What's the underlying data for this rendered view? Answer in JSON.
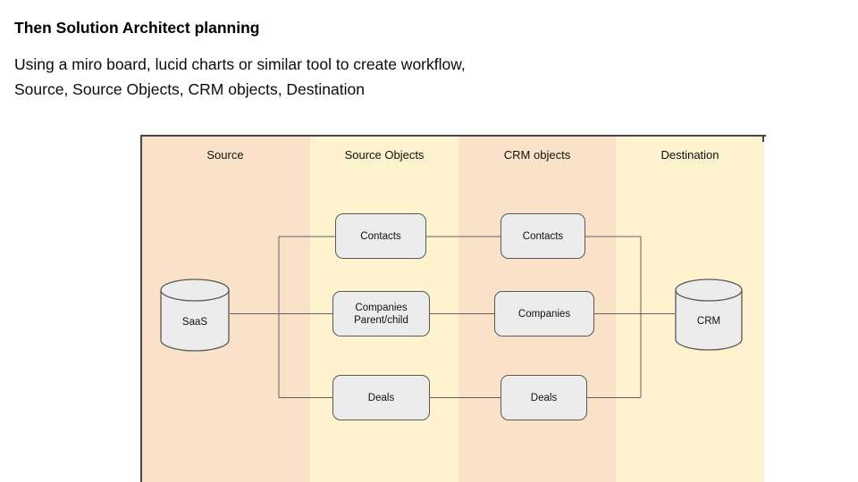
{
  "slide": {
    "title": "Then Solution Architect planning",
    "body_lines": [
      "Using a miro board, lucid charts or similar tool to create workflow,",
      "Source, Source Objects, CRM objects, Destination"
    ]
  },
  "diagram": {
    "columns": [
      {
        "id": "source",
        "label": "Source",
        "color": "#fae2c9"
      },
      {
        "id": "source-objects",
        "label": "Source Objects",
        "color": "#fef2cf"
      },
      {
        "id": "crm-objects",
        "label": "CRM objects",
        "color": "#fae2c9"
      },
      {
        "id": "destination",
        "label": "Destination",
        "color": "#fef2cf"
      }
    ],
    "source_node": {
      "label": "SaaS",
      "shape": "cylinder"
    },
    "destination_node": {
      "label": "CRM",
      "shape": "cylinder"
    },
    "source_objects": [
      {
        "label": "Contacts"
      },
      {
        "label": "Companies",
        "label2": "Parent/child"
      },
      {
        "label": "Deals"
      }
    ],
    "crm_objects": [
      {
        "label": "Contacts"
      },
      {
        "label": "Companies"
      },
      {
        "label": "Deals"
      }
    ],
    "colors": {
      "lane_peach": "#fae2c9",
      "lane_yellow": "#fef2cf",
      "node_fill": "#ececec",
      "node_border": "#595959",
      "connector": "#616161",
      "frame_border": "#474747"
    }
  }
}
